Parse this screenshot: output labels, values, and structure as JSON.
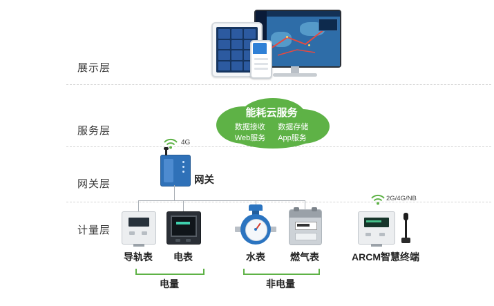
{
  "layers": {
    "display": "展示层",
    "service": "服务层",
    "gateway": "网关层",
    "metering": "计量层"
  },
  "cloud": {
    "title": "能耗云服务",
    "item_receive": "数据接收",
    "item_web": "Web服务",
    "item_store": "数据存储",
    "item_app": "App服务"
  },
  "gateway": {
    "label": "网关",
    "network": "4G"
  },
  "arcm": {
    "network": "2G/4G/NB"
  },
  "devices": {
    "rail_meter": "导轨表",
    "electric_meter": "电表",
    "water_meter": "水表",
    "gas_meter": "燃气表",
    "arcm_terminal": "ARCM智慧终端"
  },
  "groups": {
    "electric": "电量",
    "non_electric": "非电量"
  },
  "colors": {
    "cloud_green": "#5eb246",
    "gateway_blue": "#2f71b8",
    "water_blue": "#2b74c0",
    "connector_gray": "#aab0b6"
  }
}
